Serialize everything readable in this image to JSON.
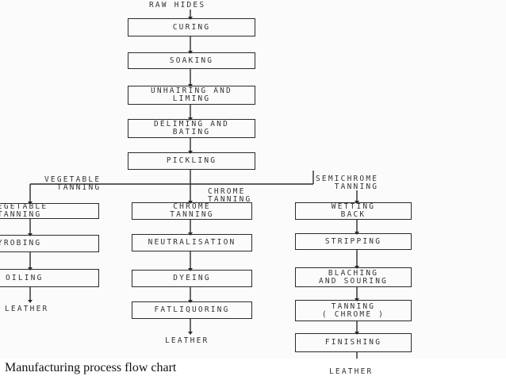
{
  "diagram": {
    "title_top": "RAW HIDES",
    "main_steps": [
      "CURING",
      "SOAKING",
      "UNHAIRING AND\nLIMING",
      "DELIMING AND\nBATING",
      "PICKLING"
    ],
    "branches": {
      "vegetable": {
        "label": "VEGETABLE\nTANNING",
        "steps": [
          "VEGETABLE\nTANNING",
          "HYROBING",
          "OILING"
        ],
        "output": "LEATHER"
      },
      "chrome": {
        "label": "CHROME\nTANNING",
        "steps": [
          "CHROME\nTANNING",
          "NEUTRALISATION",
          "DYEING",
          "FATLIQUORING"
        ],
        "output": "LEATHER"
      },
      "semichrome": {
        "label": "SEMICHROME\nTANNING",
        "steps": [
          "WETTING\nBACK",
          "STRIPPING",
          "BLACHING\nAND SOURING",
          "TANNING\n( CHROME )",
          "FINISHING"
        ],
        "output": "LEATHER"
      }
    }
  },
  "caption": "Manufacturing process flow chart"
}
